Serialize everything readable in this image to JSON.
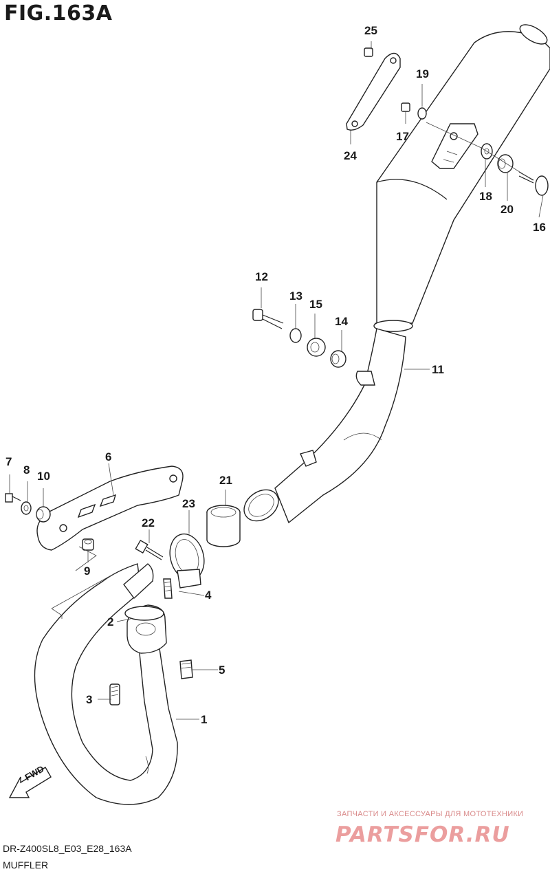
{
  "figure": {
    "title": "FIG.163A"
  },
  "callouts": [
    {
      "label": "25"
    },
    {
      "label": "19"
    },
    {
      "label": "17"
    },
    {
      "label": "24"
    },
    {
      "label": "18"
    },
    {
      "label": "20"
    },
    {
      "label": "16"
    },
    {
      "label": "12"
    },
    {
      "label": "13"
    },
    {
      "label": "15"
    },
    {
      "label": "14"
    },
    {
      "label": "11"
    },
    {
      "label": "7"
    },
    {
      "label": "8"
    },
    {
      "label": "10"
    },
    {
      "label": "6"
    },
    {
      "label": "21"
    },
    {
      "label": "23"
    },
    {
      "label": "22"
    },
    {
      "label": "9"
    },
    {
      "label": "4"
    },
    {
      "label": "2"
    },
    {
      "label": "5"
    },
    {
      "label": "3"
    },
    {
      "label": "1"
    }
  ],
  "fwd_label": "FWD",
  "footer": {
    "code": "DR-Z400SL8_E03_E28_163A",
    "name": "MUFFLER"
  },
  "watermark": {
    "tagline": "ЗАПЧАСТИ И АКСЕССУАРЫ ДЛЯ МОТОТЕХНИКИ",
    "brand": "PARTSFOR.RU"
  }
}
